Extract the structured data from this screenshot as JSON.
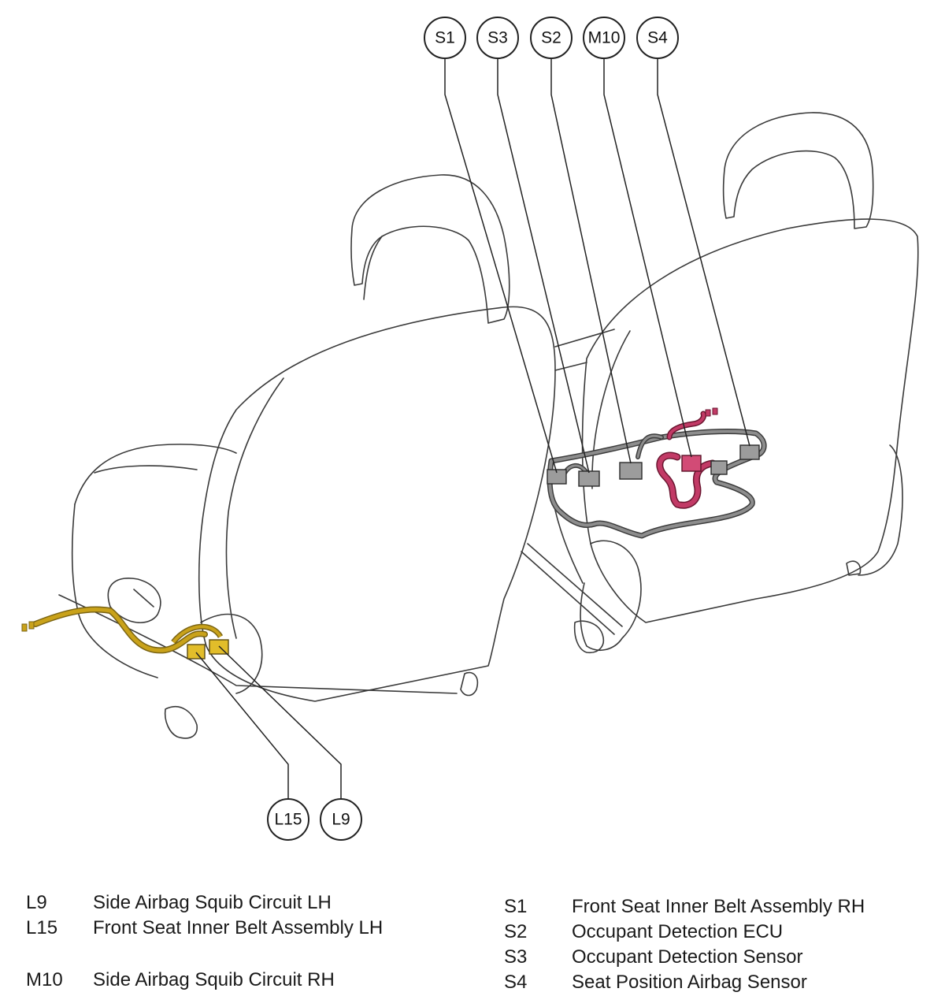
{
  "callouts": {
    "s1": "S1",
    "s3": "S3",
    "s2": "S2",
    "m10": "M10",
    "s4": "S4",
    "l15": "L15",
    "l9": "L9"
  },
  "legend": {
    "left": [
      {
        "code": "L9",
        "label": "Side Airbag Squib Circuit LH"
      },
      {
        "code": "L15",
        "label": "Front Seat Inner Belt Assembly LH"
      },
      {
        "code": "M10",
        "label": "Side Airbag Squib Circuit RH"
      }
    ],
    "right": [
      {
        "code": "S1",
        "label": "Front Seat Inner Belt Assembly RH"
      },
      {
        "code": "S2",
        "label": "Occupant Detection ECU"
      },
      {
        "code": "S3",
        "label": "Occupant Detection Sensor"
      },
      {
        "code": "S4",
        "label": "Seat Position Airbag Sensor"
      }
    ]
  },
  "colors": {
    "left_harness": "#c9a21a",
    "left_connector": "#e2bd2a",
    "squib_harness": "#c23a66",
    "right_harness": "#7d7d7d",
    "right_connector": "#9c9c9c",
    "outline": "#3a3a3a"
  }
}
